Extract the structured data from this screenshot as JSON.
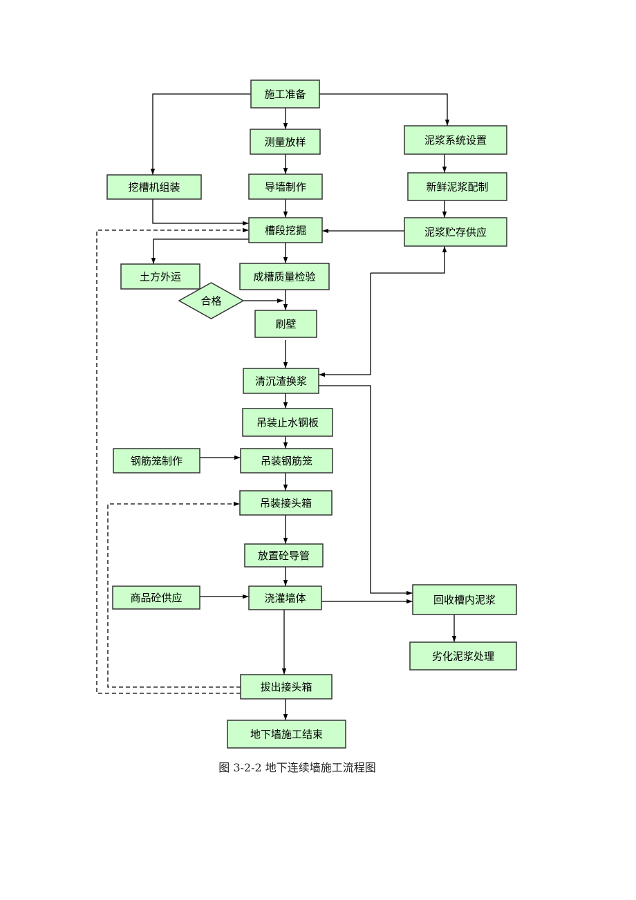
{
  "diagram": {
    "title": "地下连续墙施工流程图",
    "caption": "图 3-2-2 地下连续墙施工流程图",
    "colors": {
      "node_fill": "#ccffcc",
      "node_stroke": "#333333",
      "edge": "#000000"
    },
    "nodes": [
      {
        "id": "prep",
        "label": "施工准备",
        "shape": "rect"
      },
      {
        "id": "survey",
        "label": "测量放样",
        "shape": "rect"
      },
      {
        "id": "slurry_setup",
        "label": "泥浆系统设置",
        "shape": "rect"
      },
      {
        "id": "excavator",
        "label": "挖槽机组装",
        "shape": "rect"
      },
      {
        "id": "guide_wall",
        "label": "导墙制作",
        "shape": "rect"
      },
      {
        "id": "fresh_slurry",
        "label": "新鲜泥浆配制",
        "shape": "rect"
      },
      {
        "id": "excavate",
        "label": "槽段挖掘",
        "shape": "rect"
      },
      {
        "id": "slurry_store",
        "label": "泥浆贮存供应",
        "shape": "rect"
      },
      {
        "id": "earth",
        "label": "土方外运",
        "shape": "rect"
      },
      {
        "id": "inspect",
        "label": "成槽质量检验",
        "shape": "rect"
      },
      {
        "id": "pass",
        "label": "合格",
        "shape": "diamond"
      },
      {
        "id": "brush",
        "label": "刷壁",
        "shape": "rect"
      },
      {
        "id": "clean",
        "label": "清沉渣换浆",
        "shape": "rect"
      },
      {
        "id": "steel_plate",
        "label": "吊装止水钢板",
        "shape": "rect"
      },
      {
        "id": "cage_make",
        "label": "钢筋笼制作",
        "shape": "rect"
      },
      {
        "id": "cage_lift",
        "label": "吊装钢筋笼",
        "shape": "rect"
      },
      {
        "id": "joint_lift",
        "label": "吊装接头箱",
        "shape": "rect"
      },
      {
        "id": "tremie",
        "label": "放置砼导管",
        "shape": "rect"
      },
      {
        "id": "concrete_supply",
        "label": "商品砼供应",
        "shape": "rect"
      },
      {
        "id": "pour",
        "label": "浇灌墙体",
        "shape": "rect"
      },
      {
        "id": "recover",
        "label": "回收槽内泥浆",
        "shape": "rect"
      },
      {
        "id": "degraded",
        "label": "劣化泥浆处理",
        "shape": "rect"
      },
      {
        "id": "joint_pull",
        "label": "拔出接头箱",
        "shape": "rect"
      },
      {
        "id": "end",
        "label": "地下墙施工结束",
        "shape": "rect"
      }
    ],
    "edges": [
      {
        "from": "prep",
        "to": "survey",
        "style": "solid"
      },
      {
        "from": "prep",
        "to": "excavator",
        "style": "solid"
      },
      {
        "from": "prep",
        "to": "slurry_setup",
        "style": "solid"
      },
      {
        "from": "survey",
        "to": "guide_wall",
        "style": "solid"
      },
      {
        "from": "slurry_setup",
        "to": "fresh_slurry",
        "style": "solid"
      },
      {
        "from": "fresh_slurry",
        "to": "slurry_store",
        "style": "solid"
      },
      {
        "from": "guide_wall",
        "to": "excavate",
        "style": "solid"
      },
      {
        "from": "excavator",
        "to": "excavate",
        "style": "solid"
      },
      {
        "from": "slurry_store",
        "to": "excavate",
        "style": "solid"
      },
      {
        "from": "excavate",
        "to": "earth",
        "style": "solid"
      },
      {
        "from": "excavate",
        "to": "inspect",
        "style": "solid"
      },
      {
        "from": "inspect",
        "to": "brush",
        "style": "solid"
      },
      {
        "from": "pass",
        "to": "brush",
        "style": "solid"
      },
      {
        "from": "brush",
        "to": "clean",
        "style": "solid"
      },
      {
        "from": "clean",
        "to": "slurry_store",
        "style": "solid"
      },
      {
        "from": "clean",
        "to": "recover",
        "style": "solid"
      },
      {
        "from": "clean",
        "to": "steel_plate",
        "style": "solid"
      },
      {
        "from": "steel_plate",
        "to": "cage_lift",
        "style": "solid"
      },
      {
        "from": "cage_make",
        "to": "cage_lift",
        "style": "solid"
      },
      {
        "from": "cage_lift",
        "to": "joint_lift",
        "style": "solid"
      },
      {
        "from": "joint_lift",
        "to": "tremie",
        "style": "solid"
      },
      {
        "from": "tremie",
        "to": "pour",
        "style": "solid"
      },
      {
        "from": "concrete_supply",
        "to": "pour",
        "style": "solid"
      },
      {
        "from": "pour",
        "to": "recover",
        "style": "solid"
      },
      {
        "from": "recover",
        "to": "degraded",
        "style": "solid"
      },
      {
        "from": "pour",
        "to": "joint_pull",
        "style": "solid"
      },
      {
        "from": "joint_pull",
        "to": "end",
        "style": "solid"
      },
      {
        "from": "joint_pull",
        "to": "joint_lift",
        "style": "dashed"
      },
      {
        "from": "joint_pull",
        "to": "excavate",
        "style": "dashed"
      }
    ]
  }
}
